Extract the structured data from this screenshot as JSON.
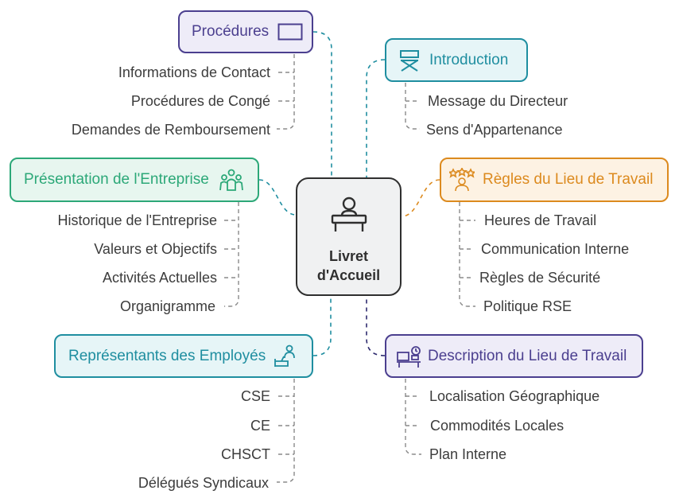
{
  "center": {
    "line1": "Livret",
    "line2": "d'Accueil",
    "icon": "desk-person-icon"
  },
  "branches": {
    "procedures": {
      "title": "Procédures",
      "icon": "rectangle-icon",
      "color": "#4b3f8f",
      "fill": "#eeecf8",
      "items": [
        "Informations de Contact",
        "Procédures de Congé",
        "Demandes de Remboursement"
      ]
    },
    "introduction": {
      "title": "Introduction",
      "icon": "director-chair-icon",
      "color": "#1f8ea0",
      "fill": "#e6f5f7",
      "items": [
        "Message du Directeur",
        "Sens d'Appartenance"
      ]
    },
    "entreprise": {
      "title": "Présentation de l'Entreprise",
      "icon": "team-icon",
      "color": "#2ca878",
      "fill": "#e7f6ef",
      "items": [
        "Historique de l'Entreprise",
        "Valeurs et Objectifs",
        "Activités Actuelles",
        "Organigramme"
      ]
    },
    "regles": {
      "title": "Règles du Lieu de Travail",
      "icon": "person-stars-icon",
      "color": "#dc8a1e",
      "fill": "#fdf2e3",
      "items": [
        "Heures de Travail",
        "Communication Interne",
        "Règles de Sécurité",
        "Politique RSE"
      ]
    },
    "representants": {
      "title": "Représentants des Employés",
      "icon": "representative-icon",
      "color": "#1f8ea0",
      "fill": "#e6f5f7",
      "items": [
        "CSE",
        "CE",
        "CHSCT",
        "Délégués Syndicaux"
      ]
    },
    "description": {
      "title": "Description du Lieu de Travail",
      "icon": "office-desk-icon",
      "color": "#4b3f8f",
      "fill": "#eeecf8",
      "items": [
        "Localisation Géographique",
        "Commodités Locales",
        "Plan Interne"
      ]
    }
  }
}
